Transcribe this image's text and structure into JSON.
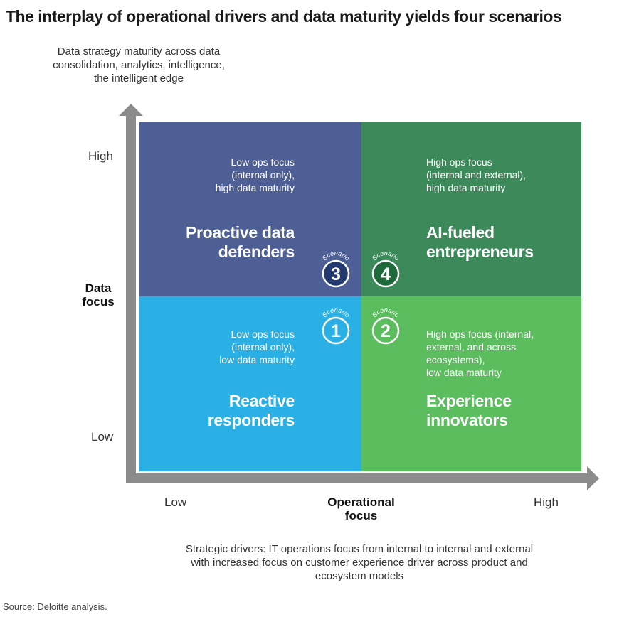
{
  "title": "The interplay of operational drivers and data maturity yields four scenarios",
  "y_axis": {
    "description": [
      "Data strategy maturity across data",
      "consolidation, analytics, intelligence,",
      "the intelligent edge"
    ],
    "label": [
      "Data",
      "focus"
    ],
    "high": "High",
    "low": "Low"
  },
  "x_axis": {
    "label": [
      "Operational",
      "focus"
    ],
    "low": "Low",
    "high": "High",
    "description": [
      "Strategic drivers: IT operations focus from internal to internal and external",
      "with increased focus on customer experience driver across product and",
      "ecosystem models"
    ]
  },
  "badge_word": "Scenario",
  "quadrants": {
    "q3": {
      "description": [
        "Low ops focus",
        "(internal only),",
        "high data maturity"
      ],
      "name": [
        "Proactive data",
        "defenders"
      ],
      "scenario": "3",
      "color": "#4e5f96",
      "badge_color": "#243a6e"
    },
    "q4": {
      "description": [
        "High ops focus",
        "(internal and external),",
        "high data maturity"
      ],
      "name": [
        "AI-fueled",
        "entrepreneurs"
      ],
      "scenario": "4",
      "color": "#3c8a5a",
      "badge_color": "#1f6a3a"
    },
    "q1": {
      "description": [
        "Low ops focus",
        "(internal only),",
        "low data maturity"
      ],
      "name": [
        "Reactive",
        "responders"
      ],
      "scenario": "1",
      "color": "#2ab0e4",
      "badge_color": "#2ab0e4"
    },
    "q2": {
      "description": [
        "High ops focus (internal,",
        "external, and across",
        "ecosystems),",
        "low data maturity"
      ],
      "name": [
        "Experience",
        "innovators"
      ],
      "scenario": "2",
      "color": "#5cbd5f",
      "badge_color": "#5cbd5f"
    }
  },
  "axis_color": "#8c8c8c",
  "source": "Source: Deloitte analysis."
}
